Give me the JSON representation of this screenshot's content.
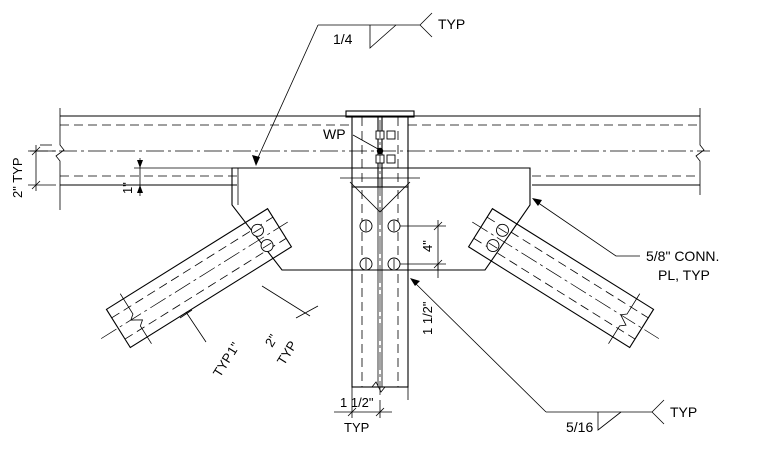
{
  "drawing": {
    "title": "",
    "labels": {
      "weld_top_size": "1/4",
      "weld_top_typ": "TYP",
      "wp": "WP",
      "dim_2_typ": "2\" TYP",
      "dim_1_flange": "1\"",
      "dim_4": "4\"",
      "dim_1_1_2_vert": "1 1/2\"",
      "dim_1_left": "1\"",
      "typ_left": "TYP",
      "dim_2_left": "2\"",
      "typ_left2": "TYP",
      "dim_1_1_2_horiz": "1 1/2\"",
      "typ_bottom": "TYP",
      "conn_pl_line1": "5/8\" CONN.",
      "conn_pl_line2": "PL, TYP",
      "weld_bottom_size": "5/16",
      "weld_bottom_typ": "TYP"
    }
  }
}
